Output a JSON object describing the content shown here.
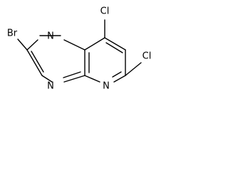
{
  "molecule": {
    "atoms": {
      "br": "Br",
      "cl_top": "Cl",
      "cl_right": "Cl",
      "n_top": "N",
      "n_bottom_left": "N",
      "n_bottom_right": "N"
    }
  }
}
